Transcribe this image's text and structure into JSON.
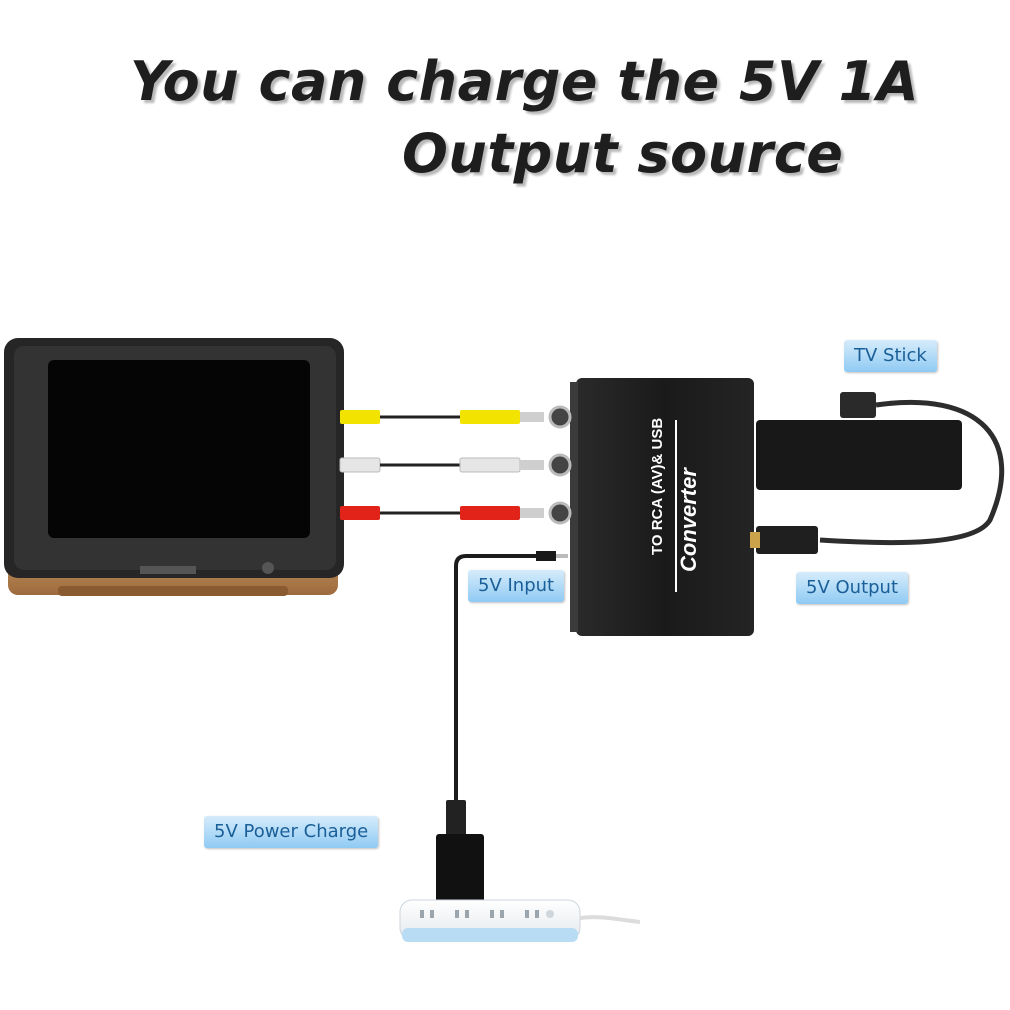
{
  "headline": {
    "line1": "You can charge the 5V 1A",
    "line2": "Output source"
  },
  "device": {
    "line1": "TO RCA (AV)& USB",
    "line2": "Converter"
  },
  "callouts": {
    "tv_stick": "TV Stick",
    "input": "5V Input",
    "output": "5V Output",
    "power": "5V Power Charge"
  },
  "colors": {
    "callout_text": "#1a5f98",
    "callout_bg": "#a9d7f6",
    "tv_wood": "#b78454",
    "rca_yellow": "#f2e400",
    "rca_white": "#e6e6e6",
    "rca_red": "#e2231a"
  }
}
